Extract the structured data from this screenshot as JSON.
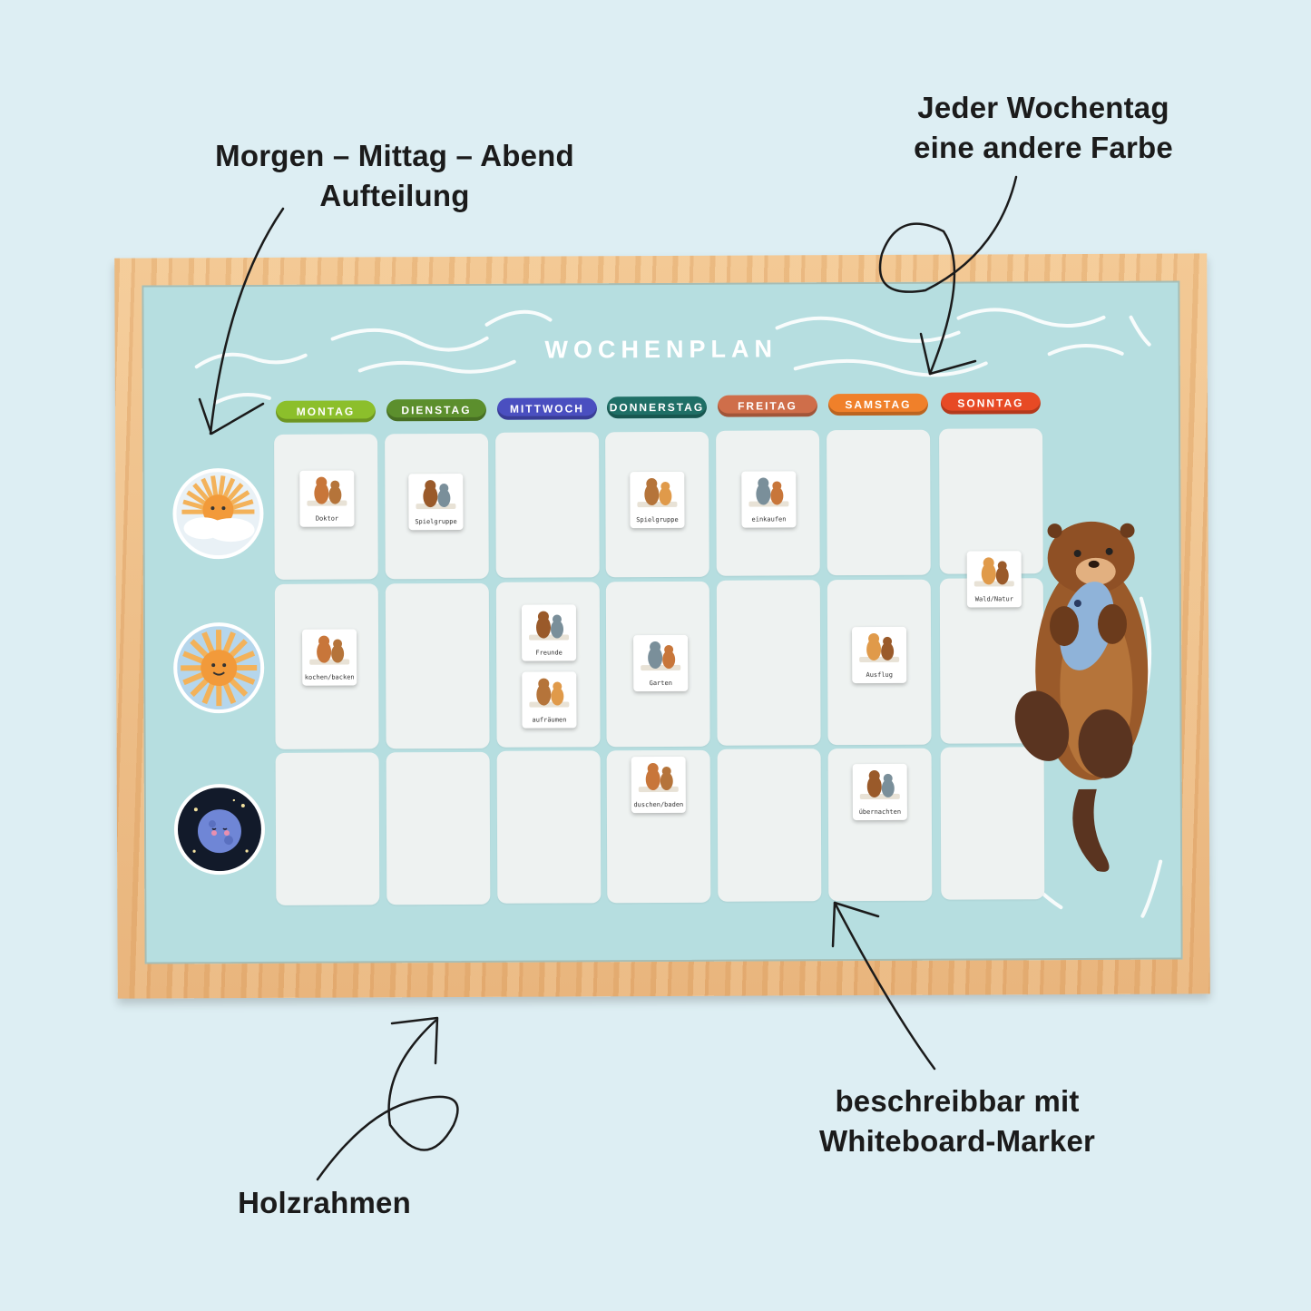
{
  "annotations": {
    "top_left": [
      "Morgen – Mittag – Abend",
      "Aufteilung"
    ],
    "top_right": [
      "Jeder Wochentag",
      "eine andere Farbe"
    ],
    "bottom_left": [
      "Holzrahmen"
    ],
    "bottom_right": [
      "beschreibbar mit",
      "Whiteboard-Marker"
    ]
  },
  "board": {
    "title": "WOCHENPLAN",
    "days": [
      {
        "label": "MONTAG",
        "color": "#8cbf2b"
      },
      {
        "label": "DIENSTAG",
        "color": "#5c8f2d"
      },
      {
        "label": "MITTWOCH",
        "color": "#4a4fc0"
      },
      {
        "label": "DONNERSTAG",
        "color": "#1f6f66"
      },
      {
        "label": "FREITAG",
        "color": "#cf6e4a"
      },
      {
        "label": "SAMSTAG",
        "color": "#f0802a"
      },
      {
        "label": "SONNTAG",
        "color": "#e74a25"
      }
    ],
    "times_of_day": [
      {
        "name": "morning",
        "icon": "sun-rising-icon"
      },
      {
        "name": "noon",
        "icon": "sun-icon"
      },
      {
        "name": "evening",
        "icon": "moon-icon"
      }
    ],
    "cards": [
      {
        "day": 0,
        "row": 0,
        "label": "Doktor",
        "icon": "doctor-icon"
      },
      {
        "day": 1,
        "row": 0,
        "label": "Spielgruppe",
        "icon": "playgroup-icon"
      },
      {
        "day": 3,
        "row": 0,
        "label": "Spielgruppe",
        "icon": "playgroup-icon"
      },
      {
        "day": 4,
        "row": 0,
        "label": "einkaufen",
        "icon": "shopping-icon"
      },
      {
        "day": 6,
        "row": 0,
        "label": "Wald/Natur",
        "icon": "forest-icon"
      },
      {
        "day": 0,
        "row": 1,
        "label": "kochen/backen",
        "icon": "cooking-icon"
      },
      {
        "day": 2,
        "row": 1,
        "label": "Freunde",
        "icon": "friends-icon"
      },
      {
        "day": 2,
        "row": 1,
        "label": "aufräumen",
        "icon": "tidy-icon"
      },
      {
        "day": 3,
        "row": 1,
        "label": "Garten",
        "icon": "garden-icon"
      },
      {
        "day": 5,
        "row": 1,
        "label": "Ausflug",
        "icon": "trip-icon"
      },
      {
        "day": 3,
        "row": 2,
        "label": "duschen/baden",
        "icon": "bath-icon"
      },
      {
        "day": 5,
        "row": 2,
        "label": "übernachten",
        "icon": "sleepover-icon"
      }
    ]
  }
}
